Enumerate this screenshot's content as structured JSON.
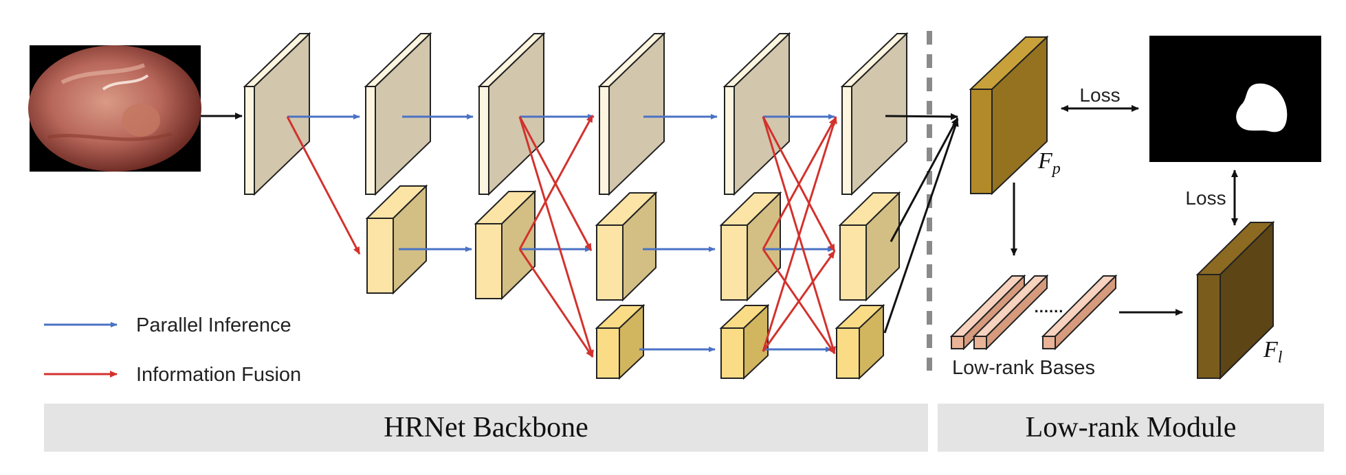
{
  "section_labels": {
    "hrnet": "HRNet Backbone",
    "low_rank": "Low-rank Module"
  },
  "legend": {
    "parallel": "Parallel Inference",
    "fusion": "Information Fusion"
  },
  "labels": {
    "loss_horizontal": "Loss",
    "loss_vertical": "Loss",
    "bases": "Low-rank Bases",
    "dots": "......",
    "fp_main": "F",
    "fp_sub": "p",
    "fl_main": "F",
    "fl_sub": "l"
  },
  "colors": {
    "parallel_arrow": "#4a72c4",
    "fusion_arrow": "#d2322d",
    "stage1_face": "#d2c6ac",
    "stage1_side": "#fdf5df",
    "stage2_face": "#d3bf84",
    "stage2_side": "#fbe4a6",
    "stage3_face": "#d2b55f",
    "stage3_side": "#f9dc85",
    "fp_face": "#a07e28",
    "fl_face": "#6e5319",
    "bases": "#e9b497"
  }
}
